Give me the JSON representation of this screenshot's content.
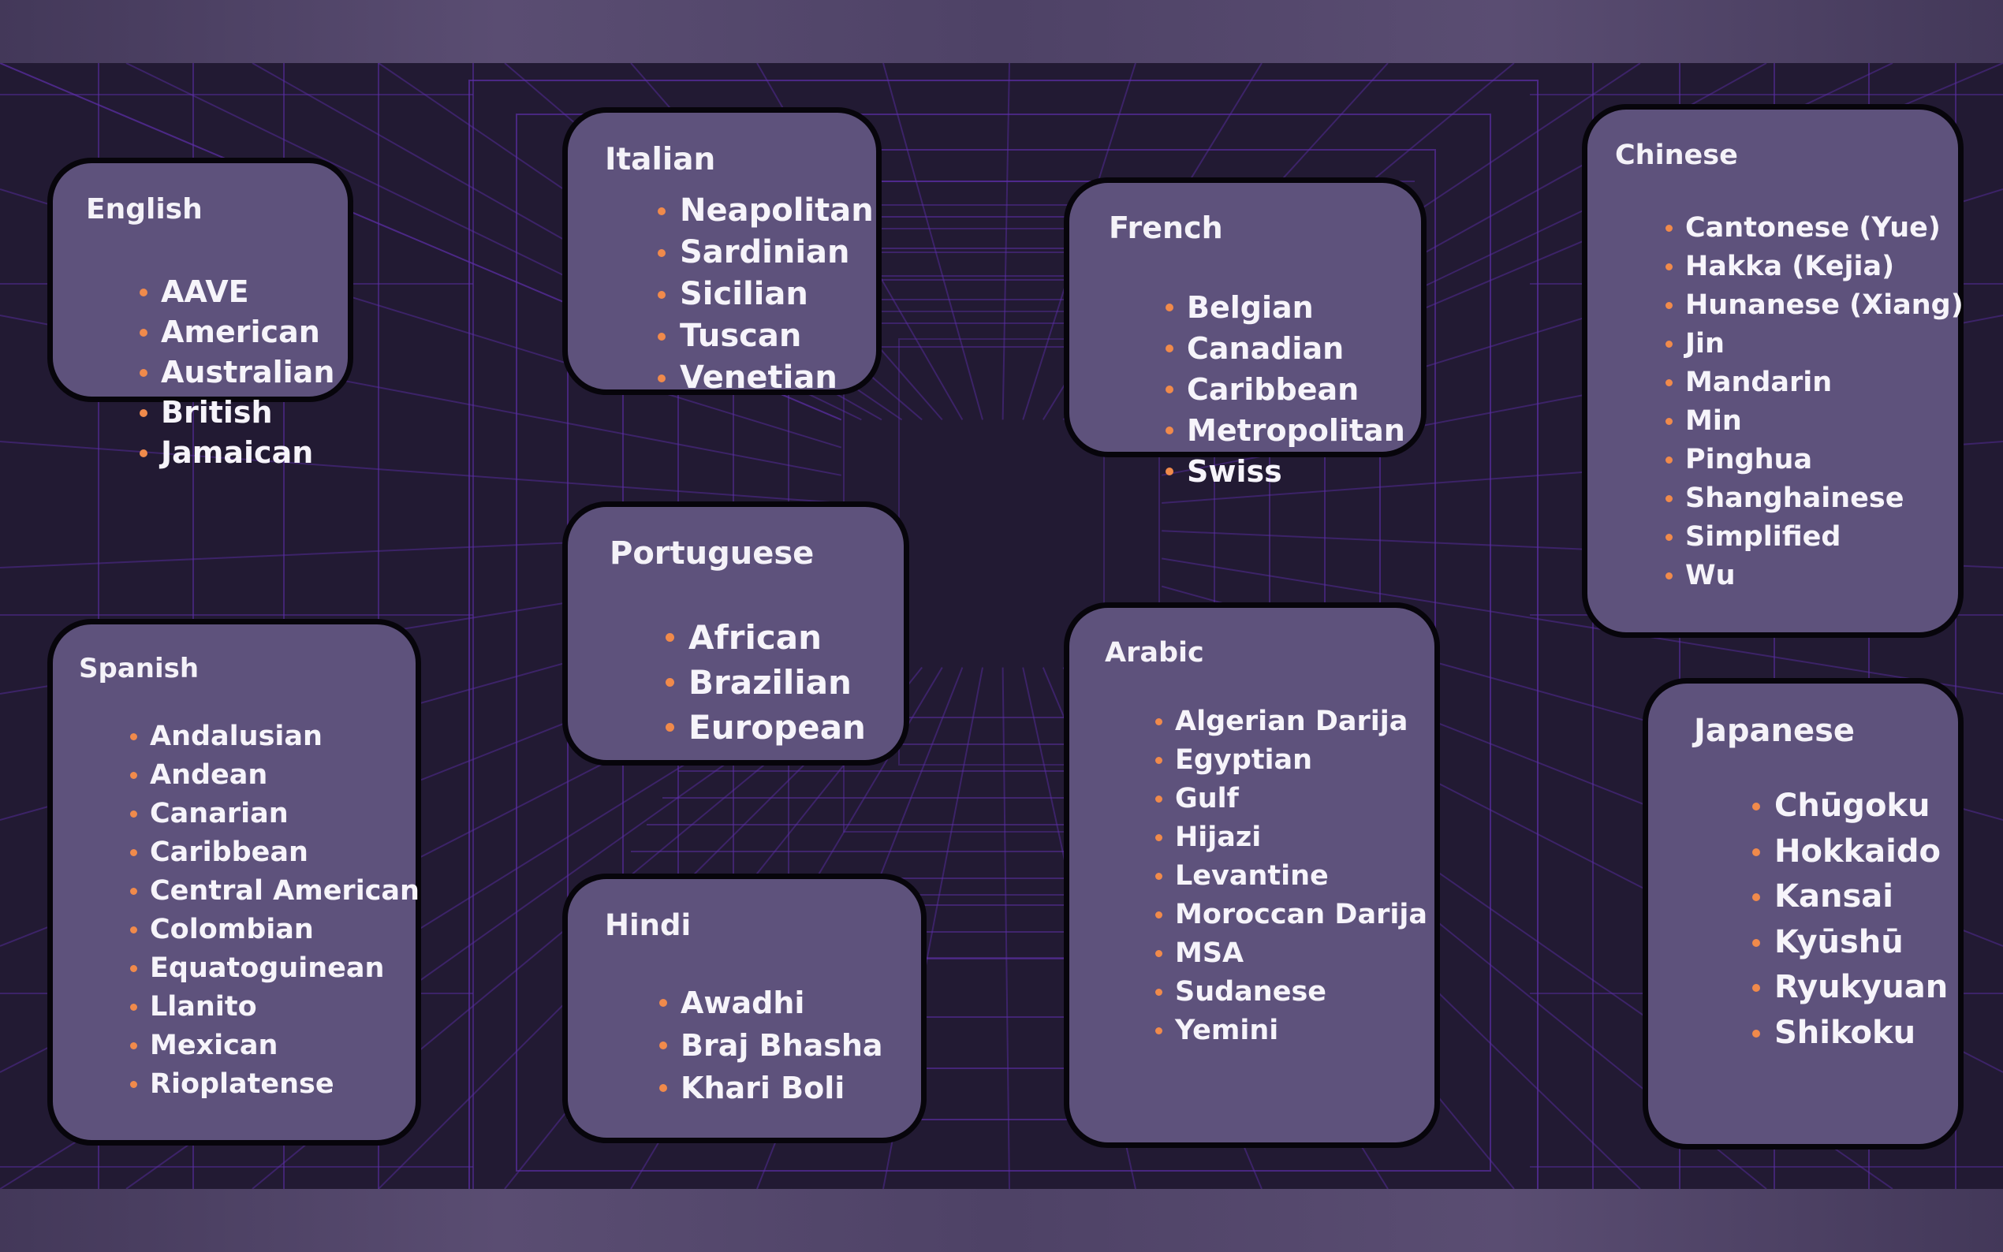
{
  "colors": {
    "background": "#221a33",
    "card": "#5e527c",
    "card_border": "#07050b",
    "grid_line": "#5d2fa8",
    "bullet": "#f08a4b",
    "text": "#ffffff"
  },
  "cards": [
    {
      "id": "english",
      "title": "English",
      "items": [
        "AAVE",
        "American",
        "Australian",
        "British",
        "Jamaican"
      ]
    },
    {
      "id": "italian",
      "title": "Italian",
      "items": [
        "Neapolitan",
        "Sardinian",
        "Sicilian",
        "Tuscan",
        "Venetian"
      ]
    },
    {
      "id": "french",
      "title": "French",
      "items": [
        "Belgian",
        "Canadian",
        "Caribbean",
        "Metropolitan",
        "Swiss"
      ]
    },
    {
      "id": "chinese",
      "title": "Chinese",
      "items": [
        "Cantonese (Yue)",
        "Hakka (Kejia)",
        "Hunanese (Xiang)",
        "Jin",
        "Mandarin",
        "Min",
        "Pinghua",
        "Shanghainese",
        "Simplified",
        "Wu"
      ]
    },
    {
      "id": "portuguese",
      "title": "Portuguese",
      "items": [
        "African",
        "Brazilian",
        "European"
      ]
    },
    {
      "id": "spanish",
      "title": "Spanish",
      "items": [
        "Andalusian",
        "Andean",
        "Canarian",
        "Caribbean",
        "Central American",
        "Colombian",
        "Equatoguinean",
        "Llanito",
        "Mexican",
        "Rioplatense"
      ]
    },
    {
      "id": "arabic",
      "title": "Arabic",
      "items": [
        "Algerian Darija",
        "Egyptian",
        "Gulf",
        "Hijazi",
        "Levantine",
        "Moroccan Darija",
        "MSA",
        "Sudanese",
        "Yemini"
      ]
    },
    {
      "id": "japanese",
      "title": "Japanese",
      "items": [
        "Chūgoku",
        "Hokkaido",
        "Kansai",
        "Kyūshū",
        "Ryukyuan",
        "Shikoku"
      ]
    },
    {
      "id": "hindi",
      "title": "Hindi",
      "items": [
        "Awadhi",
        "Braj Bhasha",
        "Khari Boli"
      ]
    }
  ]
}
